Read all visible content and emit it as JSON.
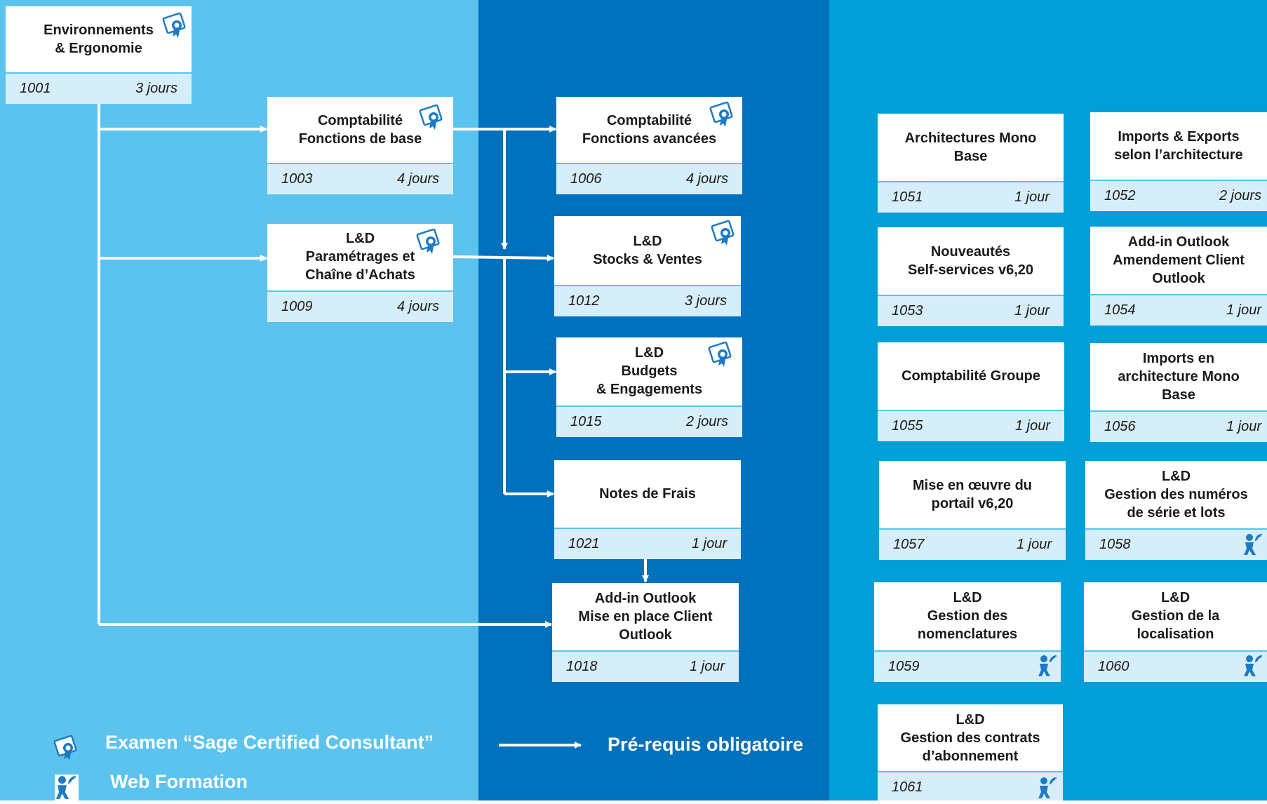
{
  "colors": {
    "band_light": "#5bc3ee",
    "band_dark": "#0071bc",
    "band_mid": "#009fd8",
    "box_footer": "#d6eefa",
    "cert_icon": "#1d7ac4",
    "text": "#1a1a1a"
  },
  "courses": [
    {
      "id": "c1001",
      "title": "Environnements\n& Ergonomie",
      "code": "1001",
      "duration": "3 jours",
      "icon": "certificate-icon"
    },
    {
      "id": "c1003",
      "title": "Comptabilité\nFonctions de base",
      "code": "1003",
      "duration": "4 jours",
      "icon": "certificate-icon"
    },
    {
      "id": "c1009",
      "title": "L&D\nParamétrages et\nChaîne d’Achats",
      "code": "1009",
      "duration": "4 jours",
      "icon": "certificate-icon"
    },
    {
      "id": "c1006",
      "title": "Comptabilité\nFonctions avancées",
      "code": "1006",
      "duration": "4 jours",
      "icon": "certificate-icon"
    },
    {
      "id": "c1012",
      "title": "L&D\nStocks & Ventes",
      "code": "1012",
      "duration": "3 jours",
      "icon": "certificate-icon"
    },
    {
      "id": "c1015",
      "title": "L&D\nBudgets\n& Engagements",
      "code": "1015",
      "duration": "2 jours",
      "icon": "certificate-icon"
    },
    {
      "id": "c1021",
      "title": "Notes de Frais",
      "code": "1021",
      "duration": "1 jour",
      "icon": ""
    },
    {
      "id": "c1018",
      "title": "Add-in Outlook\nMise en place Client\nOutlook",
      "code": "1018",
      "duration": "1 jour",
      "icon": ""
    },
    {
      "id": "c1051",
      "title": "Architectures Mono\nBase",
      "code": "1051",
      "duration": "1 jour",
      "icon": ""
    },
    {
      "id": "c1052",
      "title": "Imports & Exports\nselon l’architecture",
      "code": "1052",
      "duration": "2 jours",
      "icon": ""
    },
    {
      "id": "c1053",
      "title": "Nouveautés\nSelf-services v6,20",
      "code": "1053",
      "duration": "1 jour",
      "icon": ""
    },
    {
      "id": "c1054",
      "title": "Add-in Outlook\nAmendement Client\nOutlook",
      "code": "1054",
      "duration": "1 jour",
      "icon": ""
    },
    {
      "id": "c1055",
      "title": "Comptabilité Groupe",
      "code": "1055",
      "duration": "1 jour",
      "icon": ""
    },
    {
      "id": "c1056",
      "title": "Imports  en\narchitecture Mono\nBase",
      "code": "1056",
      "duration": "1 jour",
      "icon": ""
    },
    {
      "id": "c1057",
      "title": "Mise en œuvre du\nportail v6,20",
      "code": "1057",
      "duration": "1 jour",
      "icon": ""
    },
    {
      "id": "c1058",
      "title": "L&D\nGestion des numéros\nde série et lots",
      "code": "1058",
      "duration": "",
      "icon": "web-formation-icon"
    },
    {
      "id": "c1059",
      "title": "L&D\nGestion des\nnomenclatures",
      "code": "1059",
      "duration": "",
      "icon": "web-formation-icon"
    },
    {
      "id": "c1060",
      "title": "L&D\nGestion de la\nlocalisation",
      "code": "1060",
      "duration": "",
      "icon": "web-formation-icon"
    },
    {
      "id": "c1061",
      "title": "L&D\nGestion des contrats\nd’abonnement",
      "code": "1061",
      "duration": "",
      "icon": "web-formation-icon"
    }
  ],
  "legend": {
    "certification": "Examen “Sage Certified Consultant”",
    "prerequisite": "Pré-requis obligatoire",
    "web_formation": "Web Formation"
  }
}
